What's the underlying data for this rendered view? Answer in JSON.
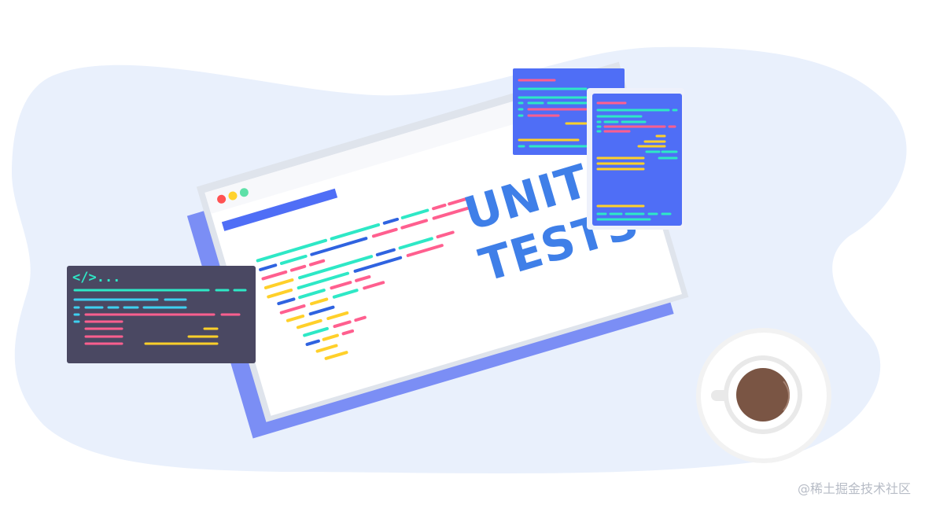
{
  "illustration": {
    "headline": {
      "line1": "UNIT",
      "line2": "TESTS"
    },
    "code_prompt": "</>...",
    "browser_dots": [
      "close-dot",
      "minimize-dot",
      "maximize-dot"
    ]
  },
  "watermark": "@稀土掘金技术社区",
  "colors": {
    "background_blob": "#e9f0fc",
    "headline": "#3f7fe8",
    "dark_panel": "#4a4862",
    "blue_panel": "#4f6ef6",
    "shadow_card": "#7b8ef5",
    "code_teal": "#2ee8c6",
    "code_blue": "#2f63e0",
    "code_pink": "#ff5f8f",
    "code_yellow": "#ffd02a",
    "coffee": "#7a5544"
  }
}
